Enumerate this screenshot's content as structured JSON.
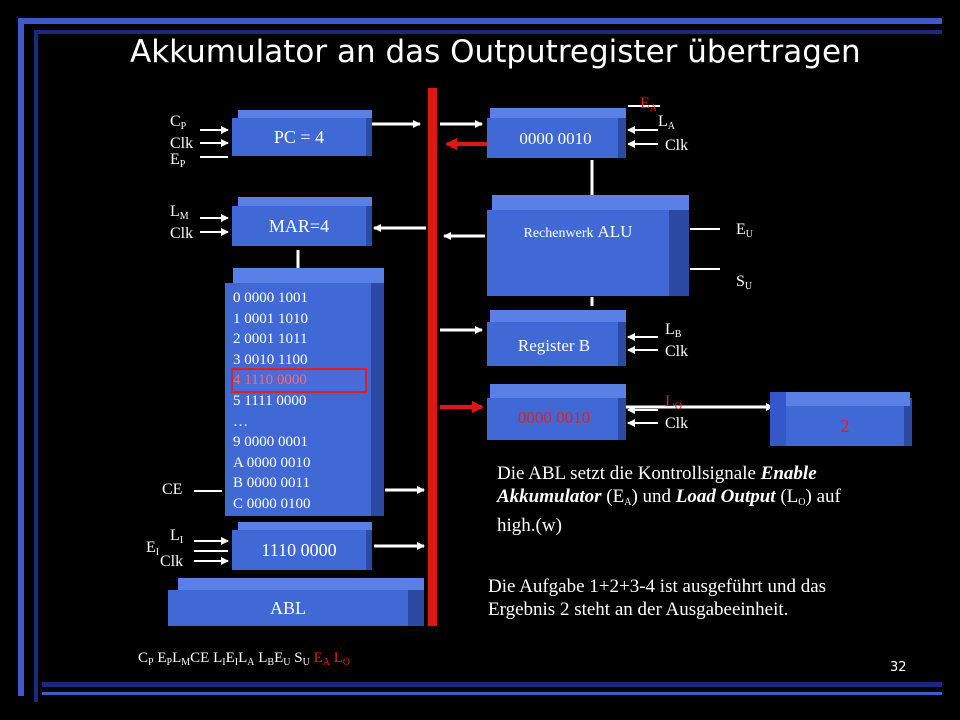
{
  "slide": {
    "title": "Akkumulator an das Outputregister übertragen",
    "page_number": "32"
  },
  "colors": {
    "box": "#4169d6",
    "bus": "#e01515",
    "active_signal": "#e02020",
    "background": "#000000",
    "frame": "#3a5cc8"
  },
  "blocks": {
    "pc": "PC = 4",
    "mar": "MAR=4",
    "accumulator": "0000 0010",
    "alu_prefix": "Rechenwerk",
    "alu": "ALU",
    "register_b": "Register B",
    "output_register": "0000 0010",
    "instruction_register": "1110 0000",
    "abl": "ABL",
    "display": "2"
  },
  "memory": [
    "0  0000 1001",
    "1  0001 1010",
    "2  0001 1011",
    "3  0010 1100",
    "4  1110 0000",
    "5  1111 0000",
    "…",
    "9  0000 0001",
    "A 0000 0010",
    "B 0000 0011",
    "C 0000 0100"
  ],
  "memory_highlight_index": 4,
  "signals": {
    "clk": "Clk",
    "ce": "CE",
    "c": "C",
    "p": "P",
    "e": "E",
    "l": "L",
    "m": "M",
    "i": "I",
    "a": "A",
    "b": "B",
    "u": "U",
    "s": "S",
    "o": "O"
  },
  "description": {
    "line1_a": "Die ABL setzt die  Kontrollsignale ",
    "line1_b": "Enable",
    "line2_a": "Akkumulator",
    "line2_b": " (E",
    "line2_c": "A",
    "line2_d": ") und ",
    "line2_e": "Load Output",
    "line2_f": " (L",
    "line2_g": "O",
    "line2_h": ")  auf",
    "line3": "high.(w)",
    "result_line1": "Die Aufgabe 1+2+3-4 ist ausgeführt und das",
    "result_line2": "Ergebnis 2 steht an der Ausgabeeinheit."
  }
}
